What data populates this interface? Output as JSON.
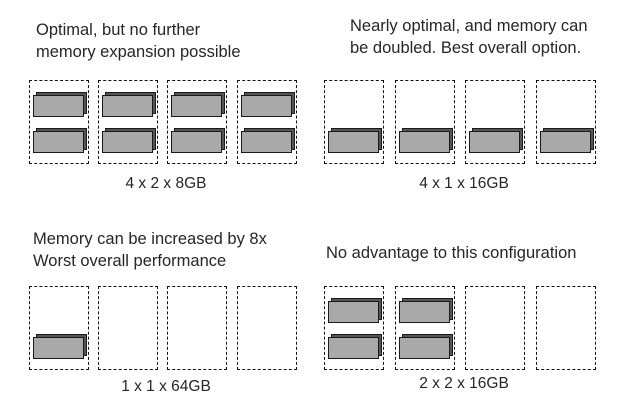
{
  "configs": [
    {
      "caption_lines": [
        "Optimal, but no further",
        "memory expansion possible"
      ],
      "label": "4 x 2 x 8GB",
      "channels": [
        [
          "top",
          "bottom"
        ],
        [
          "top",
          "bottom"
        ],
        [
          "top",
          "bottom"
        ],
        [
          "top",
          "bottom"
        ]
      ]
    },
    {
      "caption_lines": [
        "Nearly optimal, and memory can",
        "be doubled. Best overall option."
      ],
      "label": "4 x 1 x 16GB",
      "channels": [
        [
          "bottom"
        ],
        [
          "bottom"
        ],
        [
          "bottom"
        ],
        [
          "bottom"
        ]
      ]
    },
    {
      "caption_lines": [
        "Memory can be increased by 8x",
        "Worst overall performance"
      ],
      "label": "1 x 1 x 64GB",
      "channels": [
        [
          "bottom"
        ],
        [],
        [],
        []
      ]
    },
    {
      "caption_lines": [
        "No advantage to this configuration"
      ],
      "label": "2 x 2 x 16GB",
      "channels": [
        [
          "top",
          "bottom"
        ],
        [
          "top",
          "bottom"
        ],
        [],
        []
      ]
    }
  ]
}
